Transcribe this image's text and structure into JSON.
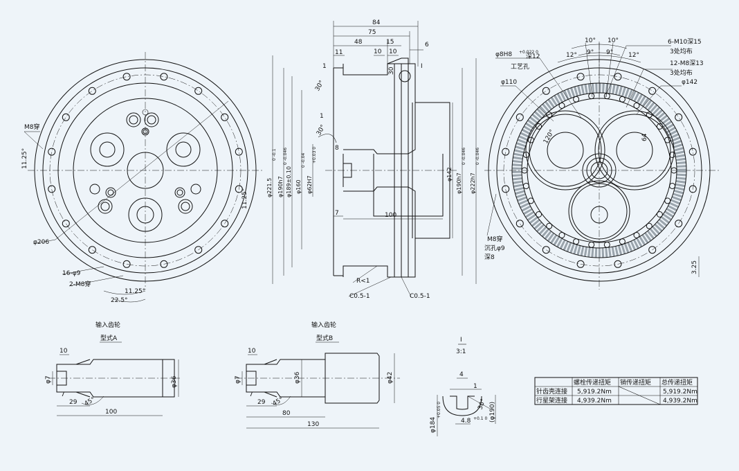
{
  "front_view": {
    "d206": "φ206",
    "bolt_holes": "16-φ9",
    "m8_holes": "2-M8穿",
    "m8_through": "M8穿",
    "ang_1125a": "11.25°",
    "ang_1125b": "11.25°",
    "ang_1125c": "11.25°",
    "ang_225": "22.5°"
  },
  "section_view": {
    "d84": "84",
    "d75": "75",
    "d48": "48",
    "d15": "15",
    "d11": "11",
    "d10a": "10",
    "d10b": "10",
    "d6": "6",
    "d1a": "1",
    "d1b": "1",
    "d8": "8",
    "d7": "7",
    "d100": "100",
    "ang30a": "30°",
    "ang30b": "30°",
    "d30c": "30",
    "detail_mark": "I",
    "dia_2215": "φ221.5",
    "dia_190": "φ190h7",
    "dia_189": "φ189±0.10",
    "dia_160": "φ160",
    "dia_62": "φ62H7",
    "dia_142": "φ142",
    "dia_190b": "φ190h7",
    "dia_222": "φ222h7",
    "tol_2215": "0 -0.1",
    "tol_190": "0 -0.046",
    "tol_160": "0 -0.04",
    "tol_62": "+0.03 0",
    "tol_190b": "0 -0.046",
    "tol_222": "0 -0.046",
    "r1": "R<1",
    "c05a": "C0.5-1",
    "c05b": "C0.5-1"
  },
  "rear_view": {
    "d8h8": "φ8H8",
    "d8h8_tol": "+0.022 0",
    "d8h8_suffix": "深12",
    "craft_hole": "工艺孔",
    "d110": "φ110",
    "m10": "6-M10深15",
    "m10_even": "3处均布",
    "m8": "12-M8深13",
    "m8_even": "3处均布",
    "d142": "φ142",
    "ang10a": "10°",
    "ang10b": "10°",
    "ang12a": "12°",
    "ang12b": "12°",
    "ang9a": "9°",
    "ang9b": "9°",
    "ang120": "120°",
    "d64": "64",
    "m8_through": "M8穿",
    "cbore": "沉孔φ9",
    "depth8": "深8",
    "d325": "3.25"
  },
  "gear_a": {
    "title": "输入齿轮",
    "subtitle": "型式A",
    "d10": "10",
    "d7a": "φ7",
    "d7b": "7",
    "d29": "29",
    "ang45": "45°",
    "d100": "100",
    "d36": "φ36"
  },
  "gear_b": {
    "title": "输入齿轮",
    "subtitle": "型式B",
    "d10": "10",
    "d7a": "φ7",
    "d7b": "7",
    "d29": "29",
    "ang45": "45°",
    "d80": "80",
    "d130": "130",
    "d36": "φ36",
    "d42": "φ42"
  },
  "detail": {
    "label": "I",
    "scale": "3:1",
    "d4": "4",
    "d1": "1",
    "ang30": "30°",
    "d184": "φ184",
    "d184_tol": "+0.05 0",
    "d48": "4.8",
    "d48_tol": "+0.1 0",
    "d190": "(φ190)"
  },
  "torque_table": {
    "headers": [
      "",
      "螺栓传递扭矩",
      "销传递扭矩",
      "总传递扭矩"
    ],
    "rows": [
      [
        "针齿壳连接",
        "5,919.2Nm",
        "",
        "5,919.2Nm"
      ],
      [
        "行星架连接",
        "4,939.2Nm",
        "",
        "4,939.2Nm"
      ]
    ]
  }
}
